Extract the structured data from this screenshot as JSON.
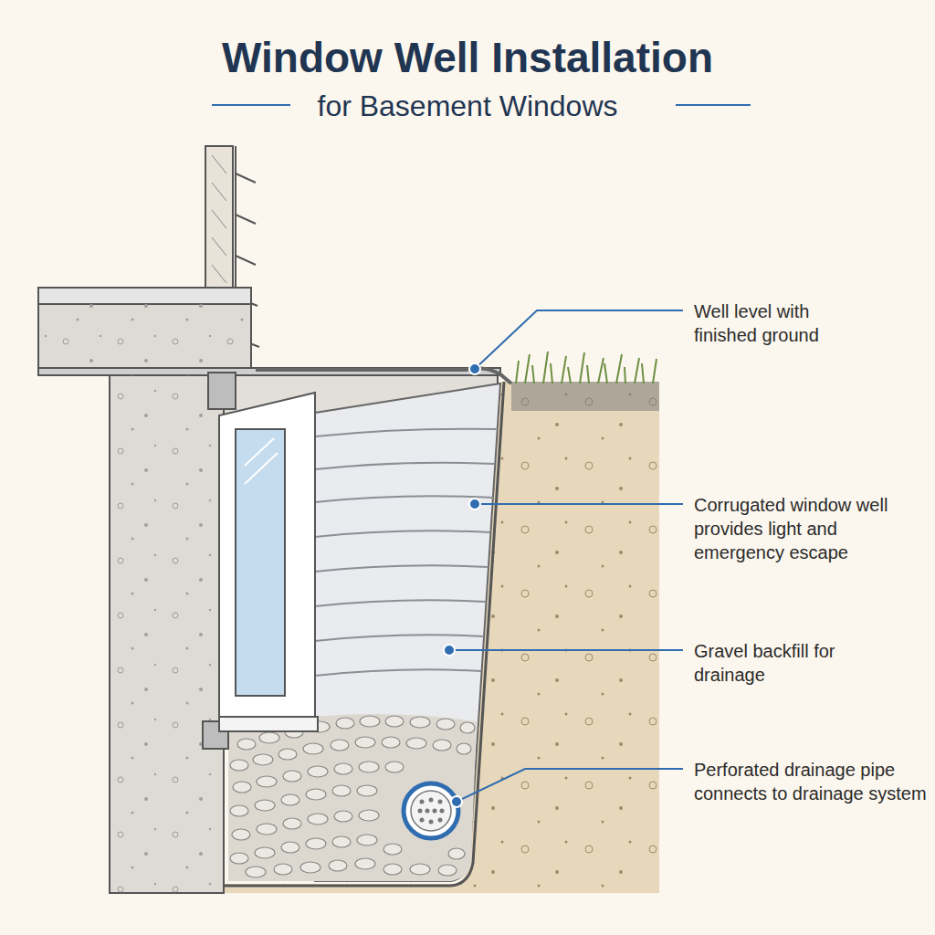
{
  "diagram": {
    "title": "Window Well Installation",
    "labels": [
      "for Basement Windows",
      "Well level with finished ground",
      "Corrugated window well provides light and emergency escape",
      "Gravel backfill for drainage",
      "Perforated drainage pipe connects to drainage system"
    ]
  }
}
